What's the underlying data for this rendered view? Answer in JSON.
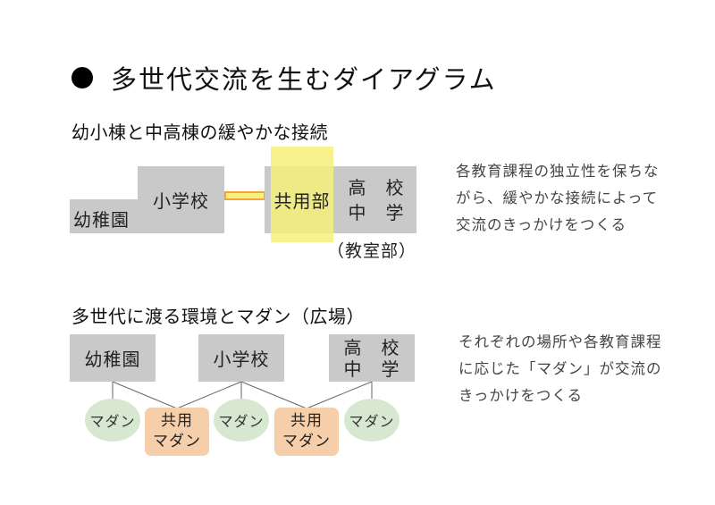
{
  "title": "多世代交流を生むダイアグラム",
  "section1": {
    "heading": "幼小棟と中高棟の緩やかな接続",
    "kindergarten": "幼稚園",
    "elementary": "小学校",
    "shared": "共用部",
    "highschool_line1": "高　校",
    "highschool_line2": "中　学",
    "classroom_note": "（教室部）",
    "description": [
      "各教育課程の独立性を保ちな",
      "がら、緩やかな接続によって",
      "交流のきっかけをつくる"
    ]
  },
  "section2": {
    "heading": "多世代に渡る環境とマダン（広場）",
    "kindergarten": "幼稚園",
    "elementary": "小学校",
    "highschool_line1": "高　校",
    "highschool_line2": "中　学",
    "madang": "マダン",
    "shared_line1": "共用",
    "shared_line2": "マダン",
    "description": [
      "それぞれの場所や各教育課程",
      "に応じた「マダン」が交流の",
      "きっかけをつくる"
    ]
  },
  "colors": {
    "gray_box": "#c9c9c9",
    "highlight_yellow": "#f7f07a",
    "connector_orange": "#f2a33a",
    "madang_green": "#d7e7d0",
    "shared_peach": "#f6cfaa"
  }
}
